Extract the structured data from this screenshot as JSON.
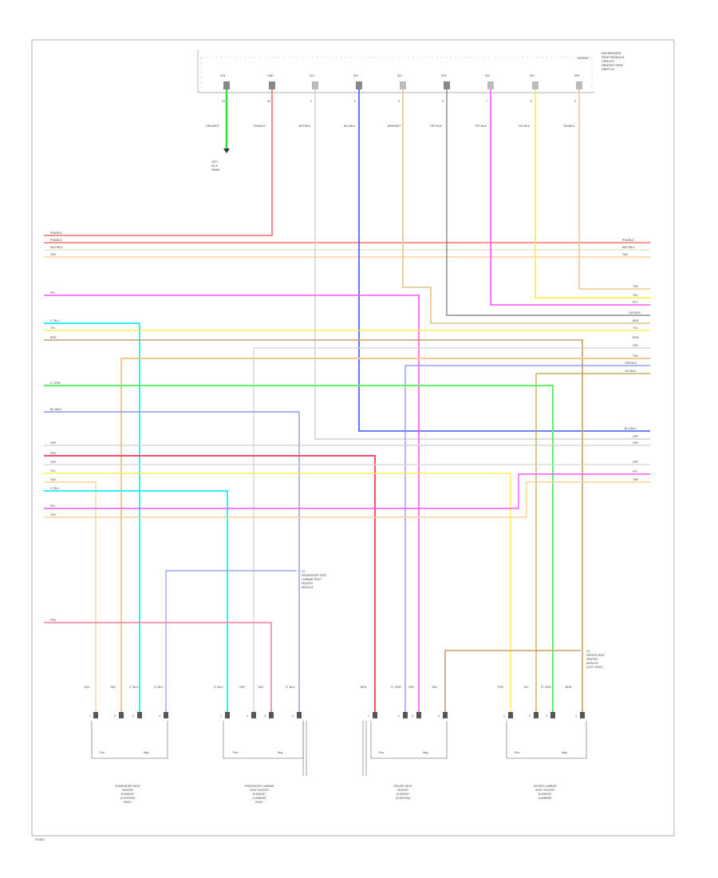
{
  "diagram": {
    "footer_code": "W-0001",
    "module_label": [
      "PASSENGER",
      "SEAT MODULE",
      "CIRCUIT",
      "HEATED SEAT",
      "SWITCH"
    ],
    "terminal_labels": [
      "IGN",
      "GND",
      "SIG",
      "SIG",
      "SIG",
      "REF",
      "SIG",
      "SIG",
      "REF"
    ],
    "pin_numbers": [
      "A1",
      "A2",
      "3",
      "4",
      "5",
      "6",
      "7",
      "8",
      "9"
    ],
    "wire_colors_top": [
      "GRN/WHT",
      "PNK/BLK",
      "WHT/BLK",
      "BLU/BLK",
      "BRN/WHT",
      "GRY/BLK",
      "PPL/BLK",
      "YEL/BLK",
      "TAN/BLK"
    ],
    "ground_label": [
      "LEFT",
      "KICK",
      "PANEL"
    ],
    "left_bus_labels": [
      "PNK/BLK",
      "PNK/BLK",
      "WHT/BLK",
      "TAN",
      "PPL",
      "LT BLU",
      "YEL",
      "BRN",
      "LT GRN",
      "BLU/BLK",
      "GRY",
      "RED",
      "GRY",
      "YEL",
      "TAN",
      "LT BLU",
      "PPL",
      "TAN",
      "PNK"
    ],
    "right_bus_labels": [
      "PNK/BLK",
      "WHT/BLK",
      "TAN",
      "TAN",
      "YEL",
      "PPL",
      "GRY/BLK",
      "BRN",
      "YEL",
      "BRN",
      "GRY",
      "TAN",
      "GRY/BLK",
      "YEL/BLK",
      "BLU/BLK",
      "GRY",
      "GRY",
      "GRY",
      "PPL",
      "TAN"
    ],
    "note_mid": [
      "C2",
      "PASSENGER SEAT",
      "LUMBAR SEAT",
      "HEATER",
      "MODULE"
    ],
    "note_right": [
      "C3",
      "DRIVER SEAT",
      "HEATER",
      "MODULE",
      "(LEFT SEAT)"
    ],
    "connector_pin_labels": [
      "TAN",
      "TAN",
      "LT BLU",
      "LT BLU",
      "LT BLU",
      "GRY",
      "TAN",
      "LT BLU",
      "BRN",
      "LT GRN",
      "GRY",
      "TAN",
      "PNK",
      "YEL",
      "LT GRN",
      "BRN"
    ],
    "connector_pin_numbers": [
      "1",
      "2",
      "3",
      "4",
      "1",
      "2",
      "3",
      "4",
      "1",
      "2",
      "3",
      "4",
      "1",
      "2",
      "3",
      "4"
    ],
    "symbol_labels": [
      "Pos",
      "Neg",
      "Pos",
      "Neg",
      "Pos",
      "Neg",
      "Pos",
      "Neg"
    ],
    "component_1": [
      "PASSENGER SEAT",
      "HEATER",
      "ELEMENT",
      "(CUSHION)",
      "BACK"
    ],
    "component_2": [
      "PASSENGER LUMBAR",
      "SEAT HEATER",
      "ELEMENT",
      "(LUMBAR)",
      "BACK"
    ],
    "component_3": [
      "DRIVER SEAT",
      "HEATER",
      "ELEMENT",
      "(CUSHION)"
    ],
    "component_4": [
      "DRIVER LUMBAR",
      "SEAT HEATER",
      "ELEMENT",
      "(LUMBAR)"
    ]
  }
}
